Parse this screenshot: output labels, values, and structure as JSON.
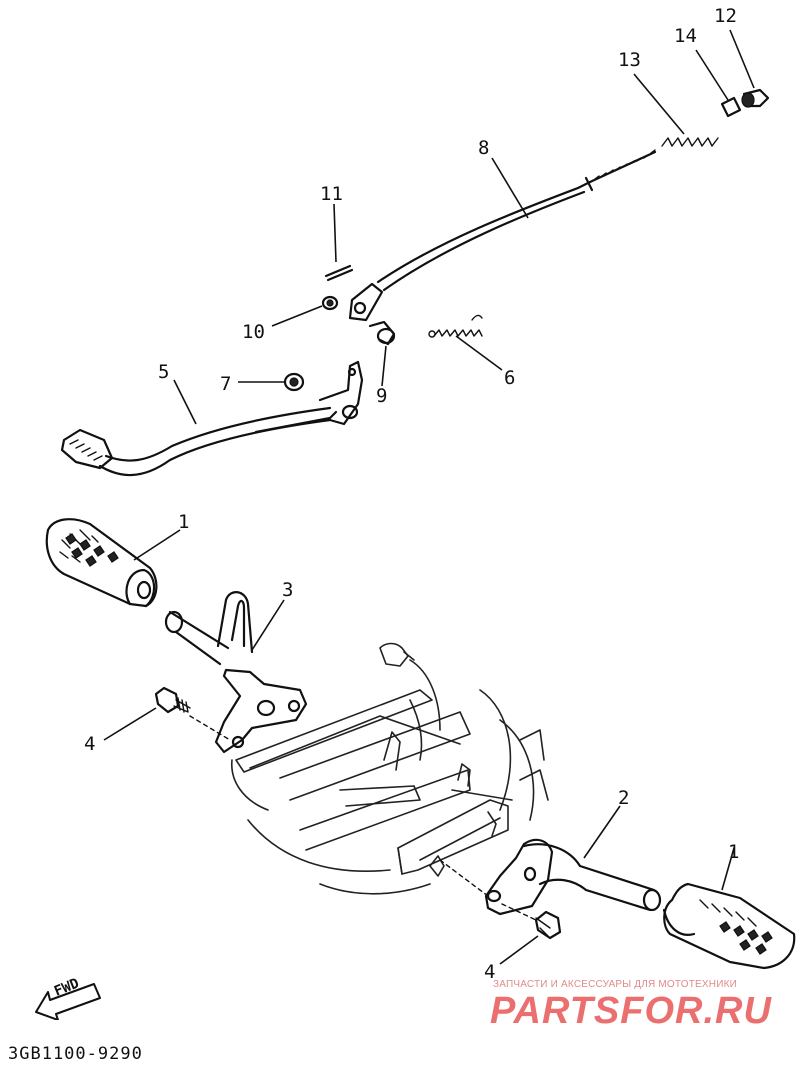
{
  "callouts": {
    "c1a": "1",
    "c1b": "1",
    "c2": "2",
    "c3": "3",
    "c4a": "4",
    "c4b": "4",
    "c5": "5",
    "c6": "6",
    "c7": "7",
    "c8": "8",
    "c9": "9",
    "c10": "10",
    "c11": "11",
    "c12": "12",
    "c13": "13",
    "c14": "14"
  },
  "fwd_label": "FWD",
  "diagram_code": "3GB1100-9290",
  "watermark": {
    "tagline": "ЗАПЧАСТИ И АКСЕССУАРЫ ДЛЯ МОТОТЕХНИКИ",
    "logo": "PARTSFOR.RU"
  },
  "colors": {
    "ink": "#111111",
    "background": "#ffffff",
    "watermark": "#ec6f6f"
  }
}
